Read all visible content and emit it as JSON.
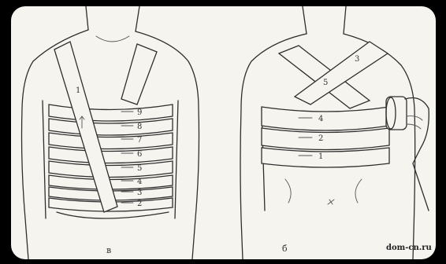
{
  "figure": {
    "left_caption": "в",
    "right_caption": "б",
    "credit": "dom-cn.ru"
  },
  "left_bandage": {
    "layers": [
      "9",
      "8",
      "7",
      "6",
      "5",
      "4",
      "3",
      "2"
    ],
    "strap_label": "1"
  },
  "right_bandage": {
    "layers": [
      "4",
      "2",
      "1"
    ],
    "strap_labels": [
      "3",
      "5"
    ]
  },
  "colors": {
    "background": "#000000",
    "paper": "#f6f4ef",
    "ink": "#2e2e2e"
  }
}
